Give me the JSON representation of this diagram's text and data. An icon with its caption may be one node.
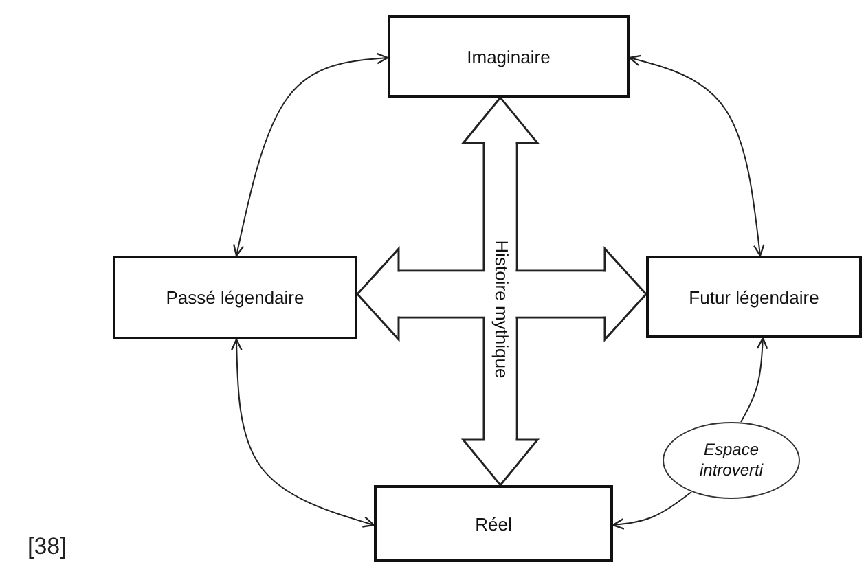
{
  "diagram": {
    "nodes": [
      {
        "text": [
          "Imaginaire"
        ]
      },
      {
        "text": [
          "Passé légendaire"
        ]
      },
      {
        "text": [
          "Futur légendaire"
        ]
      },
      {
        "text": [
          "Espace introverti"
        ]
      },
      {
        "text": [
          "Réel"
        ]
      }
    ],
    "edges": [
      {
        "from": 0,
        "to": 1,
        "arrow": "both"
      },
      {
        "from": 0,
        "to": 2,
        "arrow": "both"
      },
      {
        "from": 1,
        "to": 4,
        "arrow": "both"
      },
      {
        "from": 3,
        "to": 4,
        "arrow": "to"
      },
      {
        "from": 3,
        "to": 2,
        "arrow": "to"
      },
      {
        "from": 0,
        "to": 4,
        "arrow": "both",
        "style": "thick",
        "label": "Histoire mythique"
      },
      {
        "from": 1,
        "to": 2,
        "arrow": "both",
        "style": "thick"
      }
    ],
    "labels": [
      "[38]"
    ]
  }
}
